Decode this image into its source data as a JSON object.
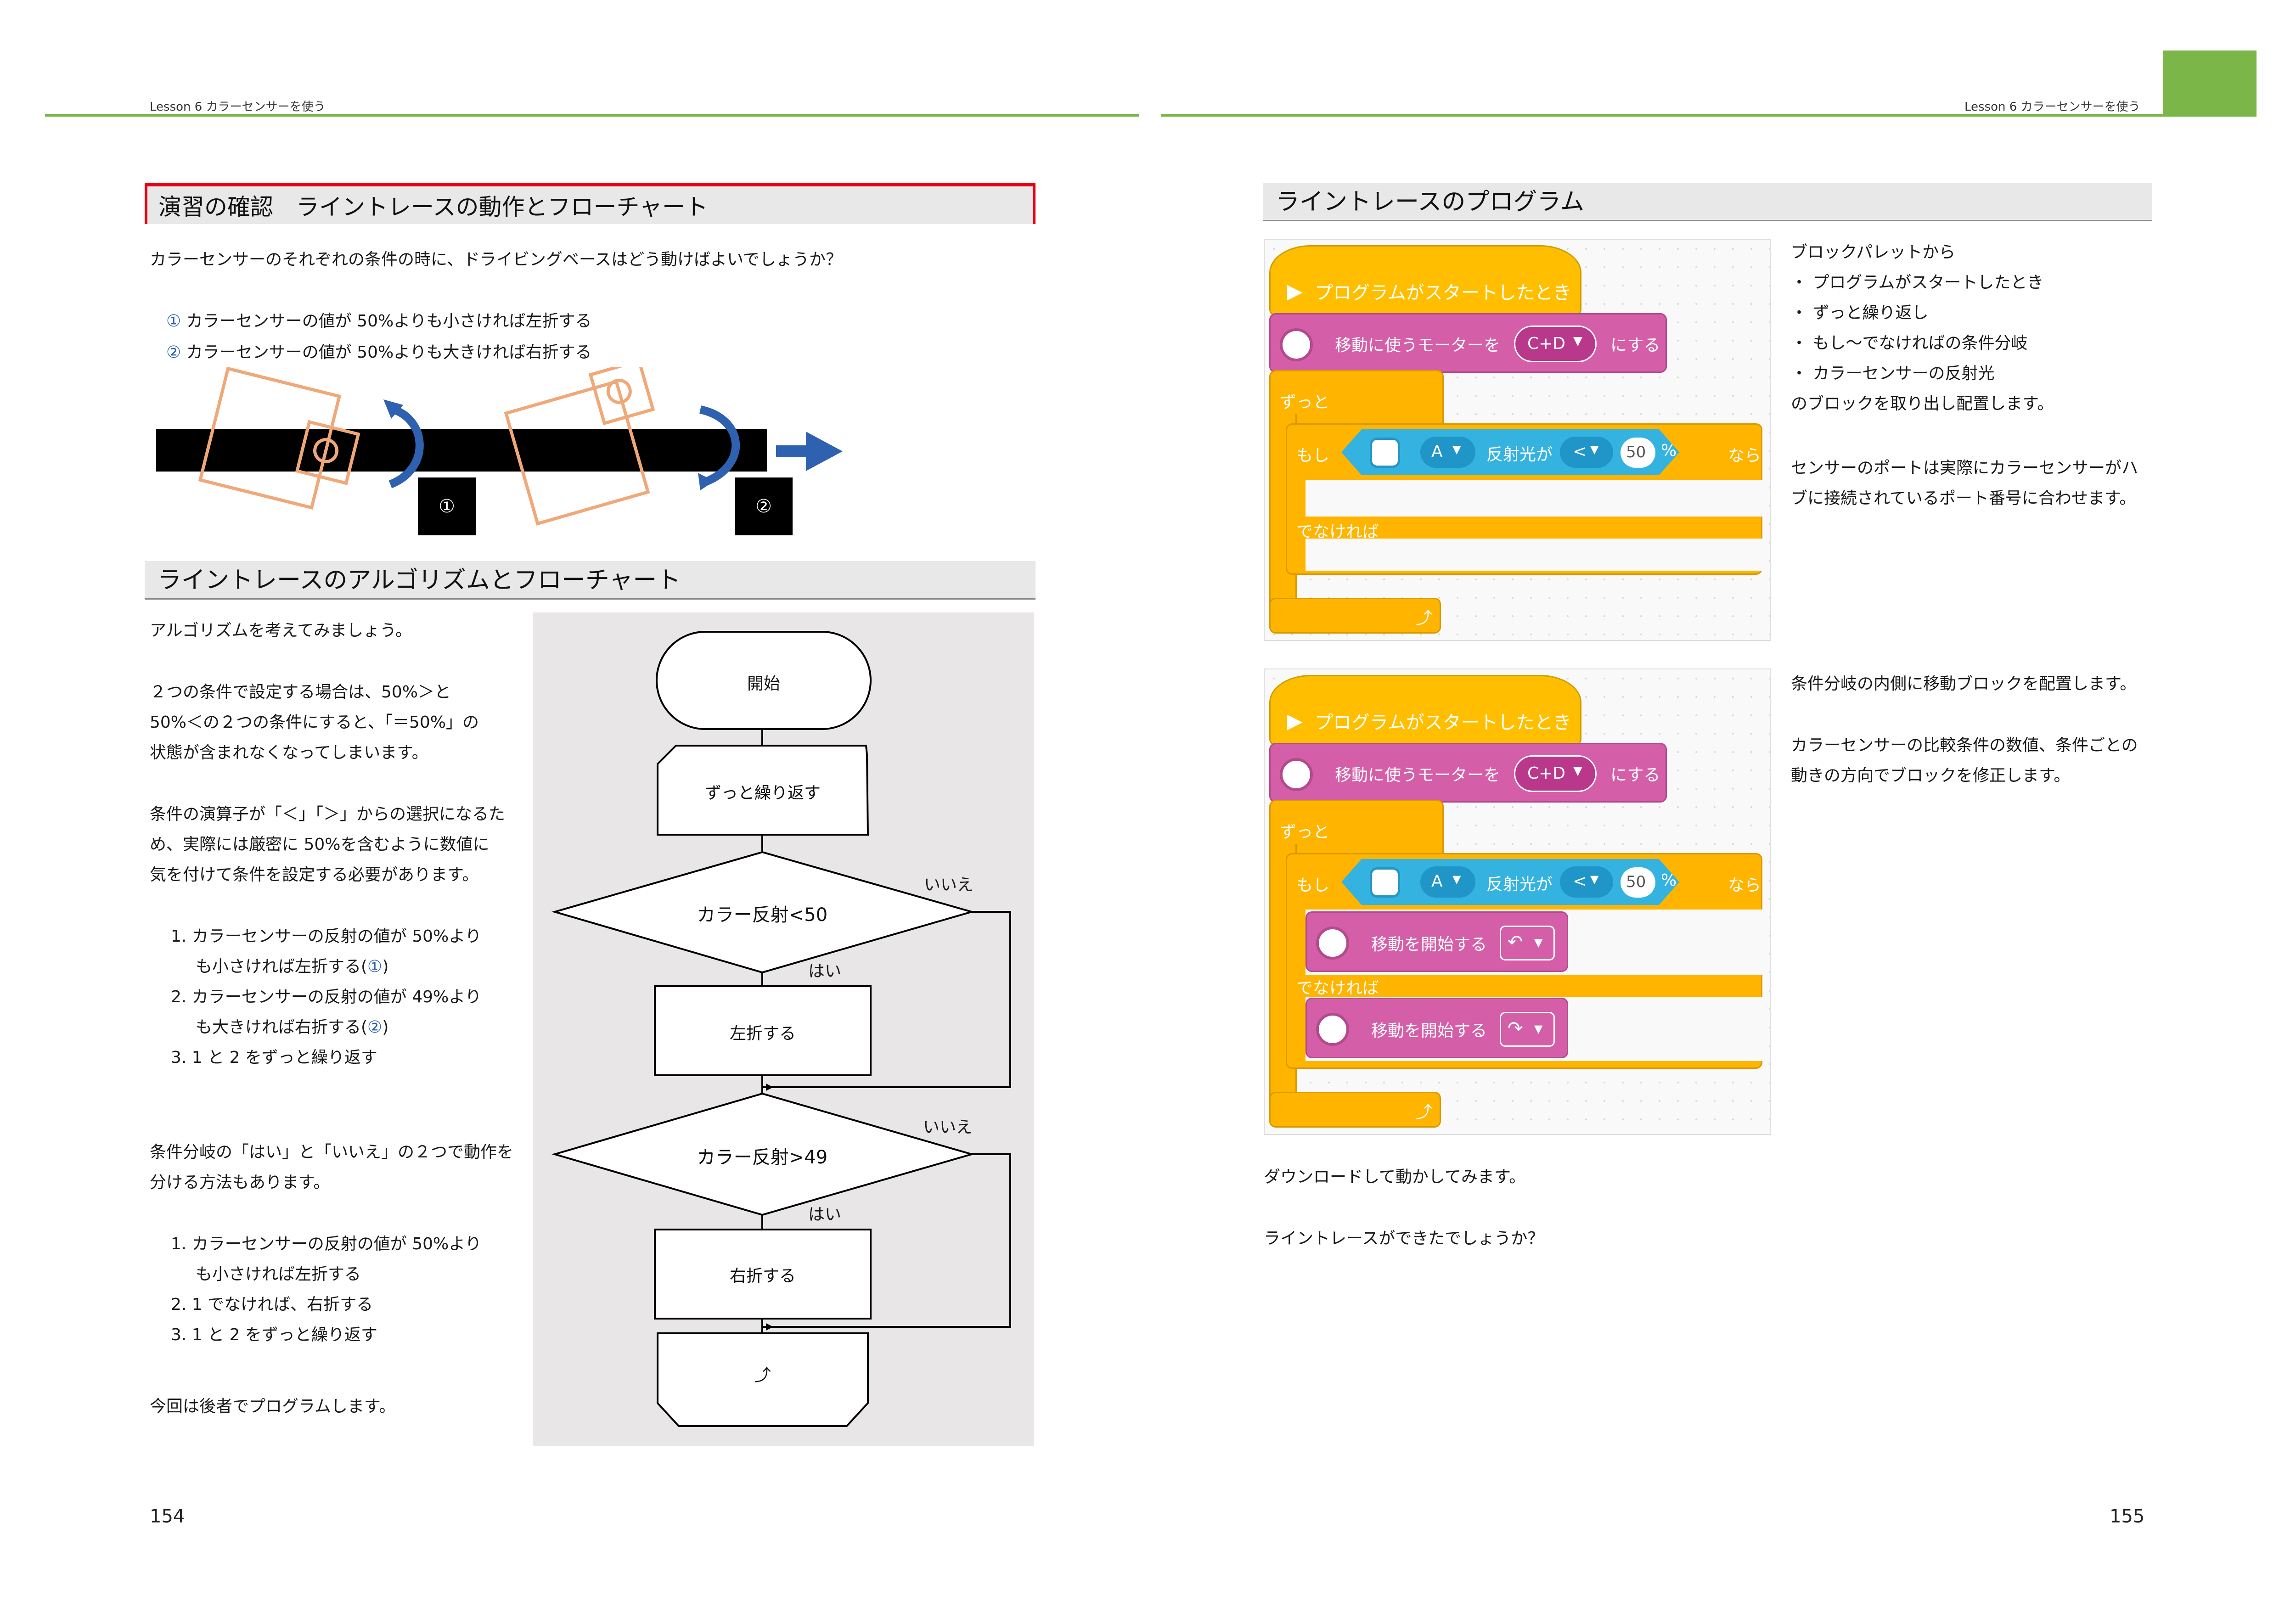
{
  "header": {
    "left_lesson": "Lesson 6  カラーセンサーを使う",
    "right_lesson": "Lesson 6  カラーセンサーを使う"
  },
  "left": {
    "exercise_title": "演習の確認　ライントレースの動作とフローチャート",
    "question": "カラーセンサーのそれぞれの条件の時に、ドライビングベースはどう動けばよいでしょうか？",
    "cond1_mark": "①",
    "cond1": " カラーセンサーの値が 50%よりも小さければ左折する",
    "cond2_mark": "②",
    "cond2": " カラーセンサーの値が 50%よりも大きければ右折する",
    "diagram_label1": "①",
    "diagram_label2": "②",
    "algo_title": "ライントレースのアルゴリズムとフローチャート",
    "p1": "アルゴリズムを考えてみましょう。",
    "p2_l1": "２つの条件で設定する場合は、50%＞と",
    "p2_l2": "50%＜の２つの条件にすると、「＝50%」の",
    "p2_l3": "状態が含まれなくなってしまいます。",
    "p3_l1": "条件の演算子が「＜」「＞」からの選択になるた",
    "p3_l2": "め、実際には厳密に 50%を含むように数値に",
    "p3_l3": "気を付けて条件を設定する必要があります。",
    "list1_1a": "1. カラーセンサーの反射の値が 50%より",
    "list1_1b_pre": "も小さければ左折する(",
    "list1_1b_mark": "①",
    "list1_1b_post": ")",
    "list1_2a": "2. カラーセンサーの反射の値が 49%より",
    "list1_2b_pre": "も大きければ右折する(",
    "list1_2b_mark": "②",
    "list1_2b_post": ")",
    "list1_3": "3. 1 と 2 をずっと繰り返す",
    "p4_l1": "条件分岐の「はい」と「いいえ」の２つで動作を",
    "p4_l2": "分ける方法もあります。",
    "list2_1a": "1. カラーセンサーの反射の値が 50%より",
    "list2_1b": "も小さければ左折する",
    "list2_2": "2. 1 でなければ、右折する",
    "list2_3": "3. 1 と 2 をずっと繰り返す",
    "p5": "今回は後者でプログラムします。",
    "page_number": "154",
    "flowchart": {
      "start": "開始",
      "loop": "ずっと繰り返す",
      "d1": "カラー反射<50",
      "no1": "いいえ",
      "yes1": "はい",
      "left_turn": "左折する",
      "d2": "カラー反射>49",
      "no2": "いいえ",
      "yes2": "はい",
      "right_turn": "右折する",
      "end": "⤴"
    }
  },
  "right": {
    "program_title": "ライントレースのプログラム",
    "desc1_l1": "ブロックパレットから",
    "desc1_l2": "・ プログラムがスタートしたとき",
    "desc1_l3": "・ ずっと繰り返し",
    "desc1_l4": "・ もし～でなければの条件分岐",
    "desc1_l5": "・ カラーセンサーの反射光",
    "desc1_l6": "のブロックを取り出し配置します。",
    "desc2_l1": "センサーのポートは実際にカラーセンサーがハ",
    "desc2_l2": "ブに接続されているポート番号に合わせます。",
    "desc3": "条件分岐の内側に移動ブロックを配置します。",
    "desc4_l1": "カラーセンサーの比較条件の数値、条件ごとの",
    "desc4_l2": "動きの方向でブロックを修正します。",
    "desc5": "ダウンロードして動かしてみます。",
    "desc6": "ライントレースができたでしょうか？",
    "page_number": "155",
    "blocks": {
      "start": "プログラムがスタートしたとき",
      "motor_pre": "移動に使うモーターを",
      "motor_port": "C+D",
      "motor_post": "にする",
      "forever": "ずっと",
      "if": "もし",
      "sensor_port": "A",
      "reflect": "反射光が",
      "op": "<",
      "value": "50",
      "percent": "%",
      "then": "なら",
      "else": "でなければ",
      "move_start": "移動を開始する",
      "loop_arrow": "⤴"
    }
  },
  "colors": {
    "green": "#7ab648",
    "red": "#e60012",
    "blue": "#2e62b0",
    "block_yellow": "#ffbf00",
    "block_pink": "#d45fa8",
    "block_cyan": "#35b3e0"
  }
}
